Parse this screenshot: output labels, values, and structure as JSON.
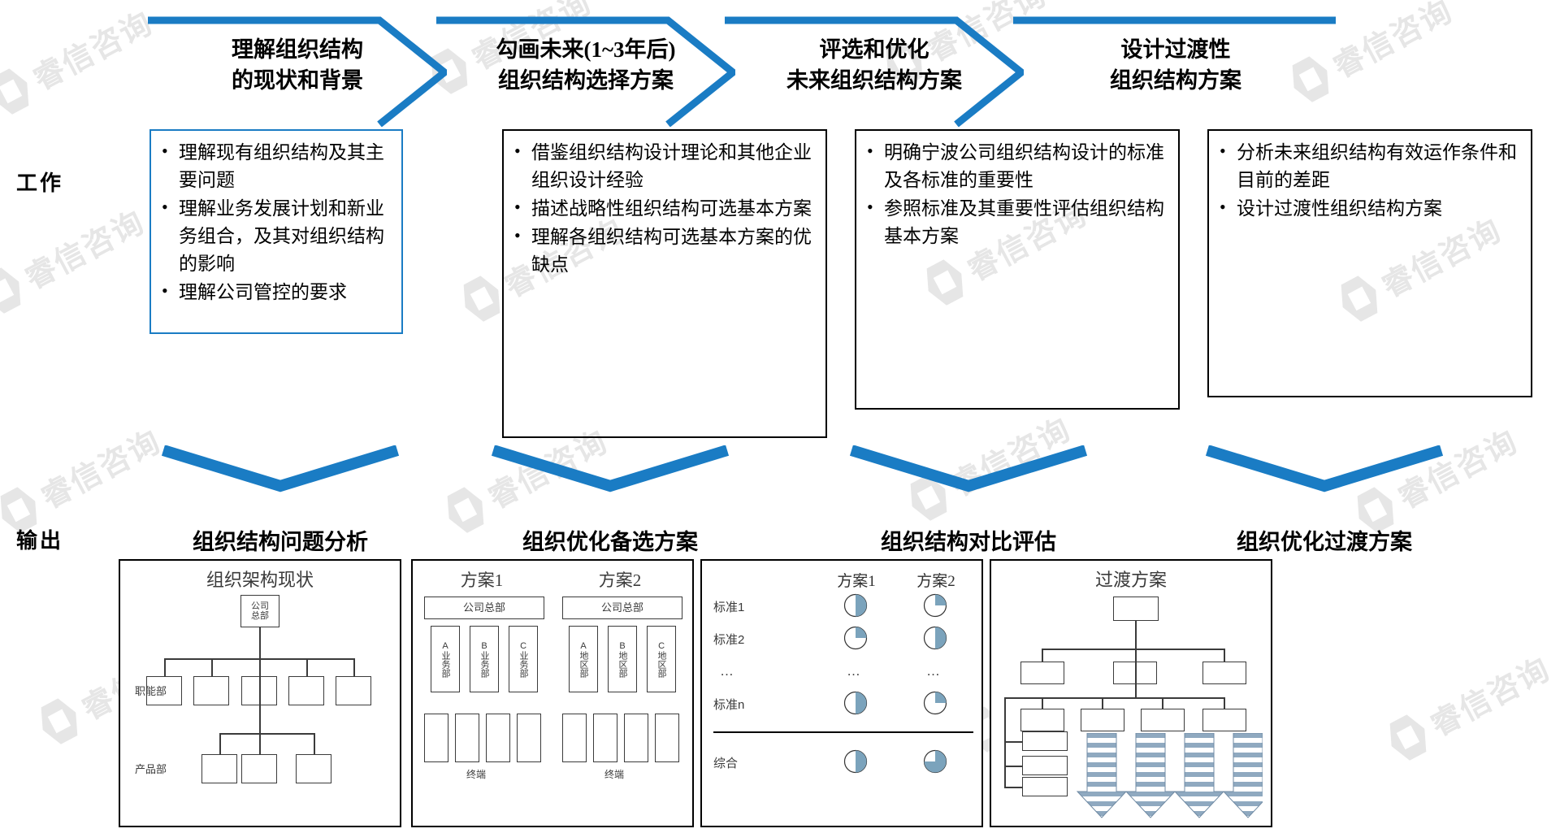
{
  "meta": {
    "accent_blue": "#1a7cc4",
    "pie_fill": "#7ba3bc",
    "box_line": "#3b3b3b"
  },
  "row_labels": {
    "work": "工作",
    "output": "输出"
  },
  "columns": [
    {
      "header": "理解组织结构\n的现状和背景",
      "header_line1": "理解组织结构",
      "header_line2": "的现状和背景",
      "work_items": [
        "理解现有组织结构及其主要问题",
        "理解业务发展计划和新业务组合，及其对组织结构的影响",
        "理解公司管控的要求"
      ],
      "output_title": "组织结构问题分析",
      "panel_title": "组织架构现状",
      "diagram": {
        "type": "org-chart-current",
        "root": "公司\n总部",
        "root_line1": "公司",
        "root_line2": "总部",
        "level_labels": [
          "职能部",
          "产品部"
        ],
        "functional_count": 5,
        "product_count": 3
      }
    },
    {
      "header": "勾画未来(1~3年后)\n组织结构选择方案",
      "header_line1": "勾画未来(1~3年后)",
      "header_line2": "组织结构选择方案",
      "work_items": [
        "借鉴组织结构设计理论和其他企业组织设计经验",
        "描述战略性组织结构可选基本方案",
        "理解各组织结构可选基本方案的优缺点"
      ],
      "output_title": "组织优化备选方案",
      "panel_title": "",
      "diagram": {
        "type": "two-plan-org",
        "plans": [
          {
            "name": "方案1",
            "hq": "公司总部",
            "units": [
              "A业务部",
              "B业务部",
              "C业务部"
            ],
            "footer": "终端",
            "terminal_count": 4
          },
          {
            "name": "方案2",
            "hq": "公司总部",
            "units": [
              "A地区部",
              "B地区部",
              "C地区部"
            ],
            "footer": "终端",
            "terminal_count": 4
          }
        ]
      }
    },
    {
      "header": "评选和优化\n未来组织结构方案",
      "header_line1": "评选和优化",
      "header_line2": "未来组织结构方案",
      "work_items": [
        "明确宁波公司组织结构设计的标准及各标准的重要性",
        "参照标准及其重要性评估组织结构基本方案"
      ],
      "output_title": "组织结构对比评估",
      "panel_title": "",
      "diagram": {
        "type": "comparison-pies",
        "column_headers": [
          "方案1",
          "方案2"
        ],
        "rows": [
          {
            "label": "标准1",
            "values": [
              0.5,
              0.25
            ]
          },
          {
            "label": "标准2",
            "values": [
              0.25,
              0.5
            ]
          },
          {
            "label": "…",
            "values": [
              null,
              null
            ]
          },
          {
            "label": "标准n",
            "values": [
              0.5,
              0.25
            ]
          }
        ],
        "summary_row": {
          "label": "综合",
          "values": [
            0.5,
            0.75
          ]
        }
      }
    },
    {
      "header": "设计过渡性\n组织结构方案",
      "header_line1": "设计过渡性",
      "header_line2": "组织结构方案",
      "work_items": [
        "分析未来组织结构有效运作条件和目前的差距",
        "设计过渡性组织结构方案"
      ],
      "output_title": "组织优化过渡方案",
      "panel_title": "过渡方案",
      "diagram": {
        "type": "transition-org",
        "top_count": 1,
        "second_count": 3,
        "third_count": 4,
        "side_count": 3,
        "arrow_count": 4
      }
    }
  ],
  "watermark": {
    "text": "睿信咨询",
    "icon": "hex-logo-icon"
  }
}
